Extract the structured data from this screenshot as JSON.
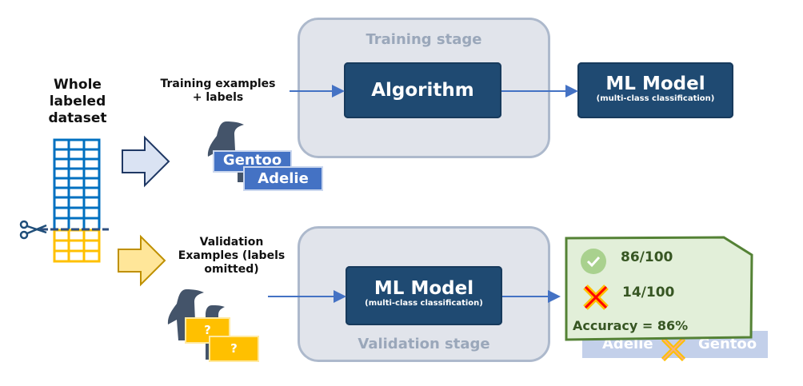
{
  "dataset": {
    "label": "Whole labeled dataset",
    "colors": {
      "train": "#0070c0",
      "validation": "#ffc000"
    }
  },
  "training_input": {
    "label": "Training examples + labels",
    "tags": [
      "Gentoo",
      "Adelie"
    ]
  },
  "validation_input": {
    "label": "Validation Examples (labels omitted)",
    "tags": [
      "?",
      "?"
    ]
  },
  "training_stage": {
    "title": "Training stage",
    "algorithm": "Algorithm"
  },
  "model_top": {
    "title": "ML Model",
    "subtitle": "(multi-class classification)"
  },
  "validation_stage": {
    "title": "Validation stage"
  },
  "model_bottom": {
    "title": "ML Model",
    "subtitle": "(multi-class classification)"
  },
  "results": {
    "correct": "86/100",
    "incorrect": "14/100",
    "accuracy": "Accuracy = 86%",
    "behind_tags": [
      "Adelie",
      "Gentoo"
    ]
  },
  "colors": {
    "dark_box": "#1f4a72",
    "stage_fill": "#e1e4eb",
    "result_fill": "#e2efd9",
    "result_border": "#548235",
    "arrow": "#4472c4"
  }
}
